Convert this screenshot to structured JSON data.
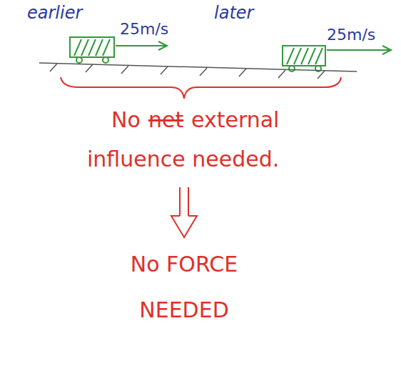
{
  "diagram": {
    "labels": [
      "earlier",
      "later",
      "25m/s",
      "25m/s",
      "No",
      "net",
      "external",
      "influence needed.",
      "No FORCE NEEDED"
    ]
  }
}
